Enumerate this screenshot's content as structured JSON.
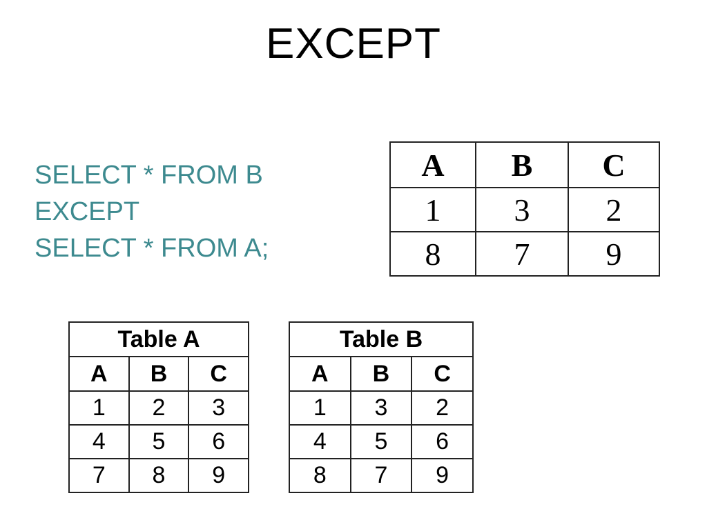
{
  "slide": {
    "title": "EXCEPT",
    "sql_lines": [
      "SELECT * FROM B",
      "EXCEPT",
      "SELECT * FROM A;"
    ]
  },
  "result_table": {
    "headers": [
      "A",
      "B",
      "C"
    ],
    "rows": [
      [
        "1",
        "3",
        "2"
      ],
      [
        "8",
        "7",
        "9"
      ]
    ]
  },
  "table_a": {
    "caption": "Table A",
    "headers": [
      "A",
      "B",
      "C"
    ],
    "rows": [
      [
        "1",
        "2",
        "3"
      ],
      [
        "4",
        "5",
        "6"
      ],
      [
        "7",
        "8",
        "9"
      ]
    ]
  },
  "table_b": {
    "caption": "Table B",
    "headers": [
      "A",
      "B",
      "C"
    ],
    "rows": [
      [
        "1",
        "3",
        "2"
      ],
      [
        "4",
        "5",
        "6"
      ],
      [
        "8",
        "7",
        "9"
      ]
    ]
  }
}
